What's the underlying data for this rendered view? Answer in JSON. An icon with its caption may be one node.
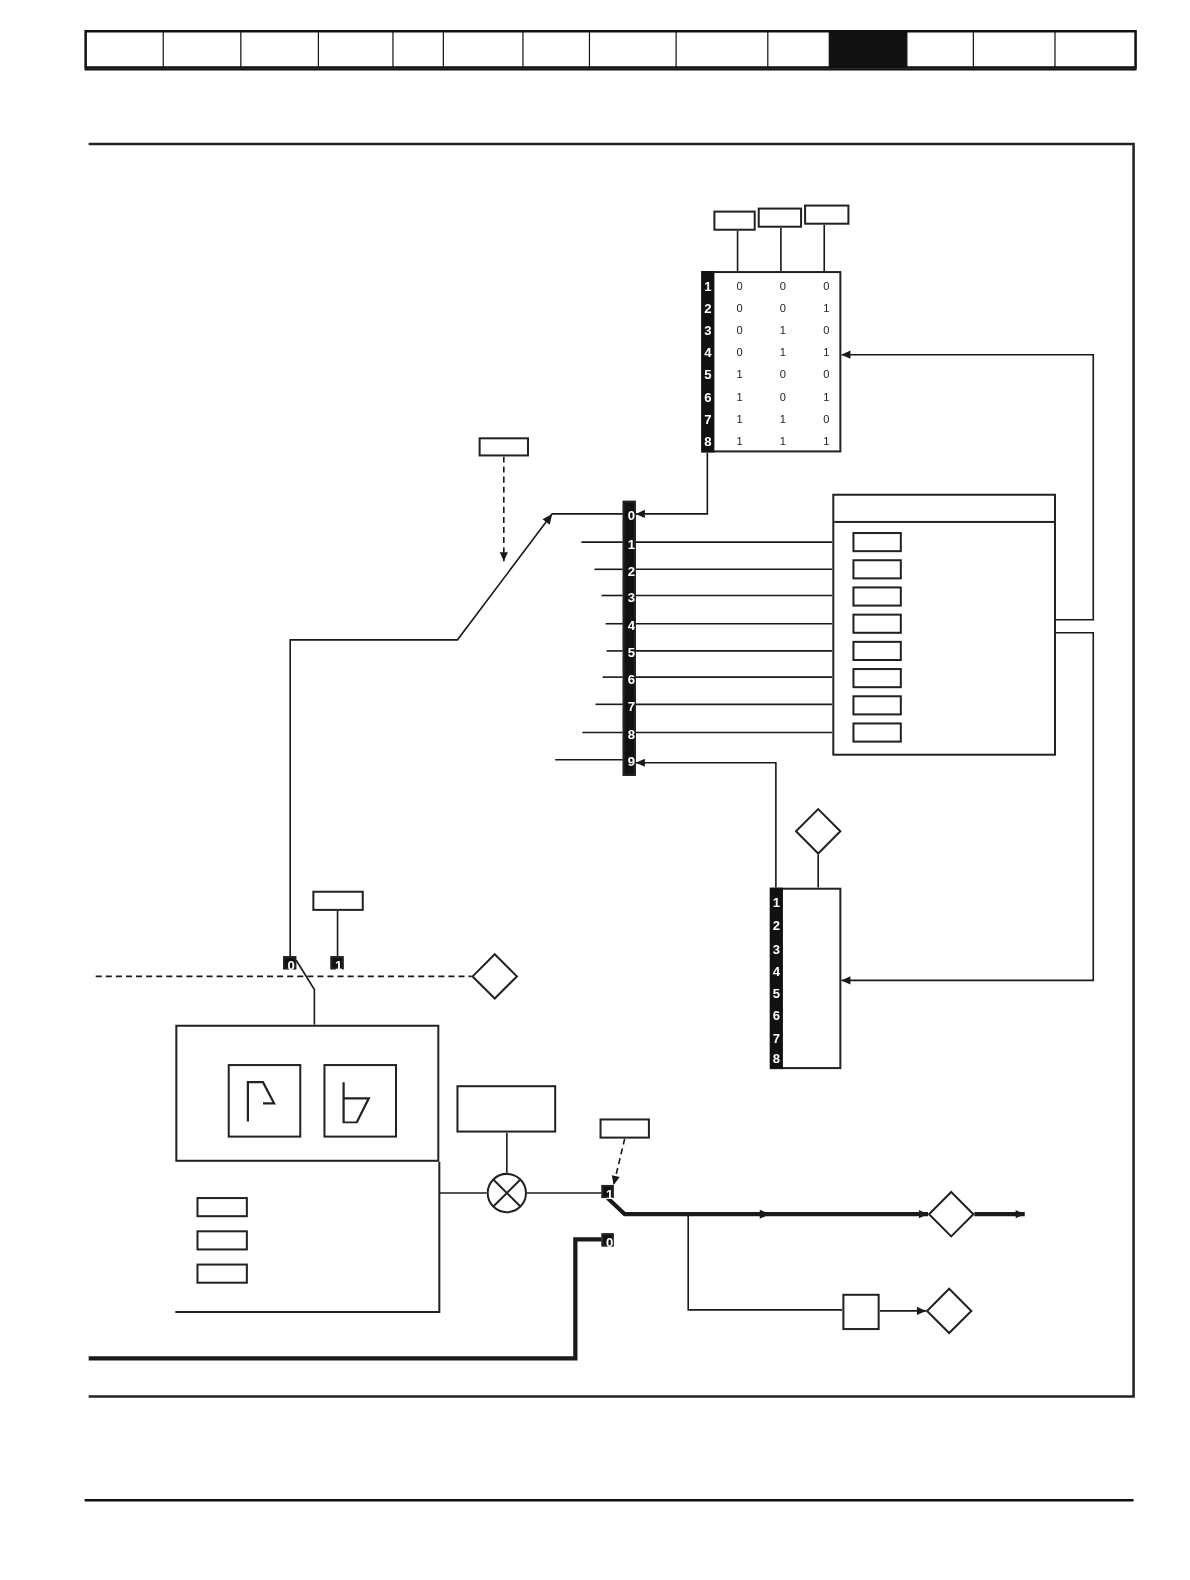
{
  "diagram": {
    "nodes": [
      {
        "text": [],
        "shape": "box"
      },
      {
        "text": [],
        "shape": "box"
      },
      {
        "text": [],
        "shape": "box"
      },
      {
        "text": [
          "1",
          "0",
          "0",
          "0",
          "2",
          "0",
          "0",
          "1",
          "3",
          "0",
          "1",
          "0",
          "4",
          "0",
          "1",
          "1",
          "5",
          "1",
          "0",
          "0",
          "6",
          "1",
          "0",
          "1",
          "7",
          "1",
          "1",
          "0",
          "8",
          "1",
          "1",
          "1"
        ]
      },
      {
        "text": [],
        "shape": "box"
      },
      {
        "text": [
          "0",
          "1",
          "2",
          "3",
          "4",
          "5",
          "6",
          "7",
          "8",
          "9"
        ]
      },
      {
        "text": [],
        "shape": "box"
      },
      {
        "text": [],
        "shape": "box",
        "in": 6
      },
      {
        "text": [],
        "shape": "box",
        "in": 6
      },
      {
        "text": [],
        "shape": "box",
        "in": 6
      },
      {
        "text": [],
        "shape": "box",
        "in": 6
      },
      {
        "text": [],
        "shape": "box",
        "in": 6
      },
      {
        "text": [],
        "shape": "box",
        "in": 6
      },
      {
        "text": [],
        "shape": "box",
        "in": 6
      },
      {
        "text": [],
        "shape": "box",
        "in": 6
      },
      {
        "text": [],
        "shape": "diamond"
      },
      {
        "text": [
          "1",
          "2",
          "3",
          "4",
          "5",
          "6",
          "7",
          "8"
        ]
      },
      {
        "text": [],
        "shape": "box"
      },
      {
        "text": [
          "0"
        ]
      },
      {
        "text": [
          "1"
        ]
      },
      {
        "text": [],
        "shape": "diamond"
      },
      {
        "text": [],
        "shape": "box"
      },
      {
        "text": [],
        "shape": "box",
        "in": 21
      },
      {
        "text": [],
        "shape": "box",
        "in": 21
      },
      {
        "text": [],
        "shape": "box"
      },
      {
        "text": [],
        "shape": "box"
      },
      {
        "text": [],
        "shape": "circle"
      },
      {
        "text": [
          "1"
        ]
      },
      {
        "text": [],
        "shape": "box"
      },
      {
        "text": [],
        "shape": "box"
      },
      {
        "text": [],
        "shape": "box"
      },
      {
        "text": [
          "0"
        ]
      },
      {
        "text": [],
        "shape": "diamond"
      },
      {
        "text": [],
        "shape": "box"
      },
      {
        "text": [],
        "shape": "diamond"
      }
    ],
    "edges": [
      {
        "from": 0,
        "to": 3,
        "arrow": "none"
      },
      {
        "from": 1,
        "to": 3,
        "arrow": "none"
      },
      {
        "from": 2,
        "to": 3,
        "arrow": "none"
      },
      {
        "from": 3,
        "to": 5,
        "arrow": "to"
      },
      {
        "from": 4,
        "to": null,
        "arrow": "to",
        "style": "dashed"
      },
      {
        "from": 18,
        "to": 5,
        "arrow": "to"
      },
      {
        "from": 5,
        "to": 6,
        "arrow": "none"
      },
      {
        "from": 5,
        "to": 6,
        "arrow": "none"
      },
      {
        "from": 5,
        "to": 6,
        "arrow": "none"
      },
      {
        "from": 5,
        "to": 6,
        "arrow": "none"
      },
      {
        "from": 5,
        "to": 6,
        "arrow": "none"
      },
      {
        "from": 5,
        "to": 6,
        "arrow": "none"
      },
      {
        "from": 5,
        "to": 6,
        "arrow": "none"
      },
      {
        "from": 5,
        "to": 6,
        "arrow": "none"
      },
      {
        "from": null,
        "to": 5,
        "arrow": "none"
      },
      {
        "from": null,
        "to": 5,
        "arrow": "none"
      },
      {
        "from": null,
        "to": 5,
        "arrow": "none"
      },
      {
        "from": null,
        "to": 5,
        "arrow": "none"
      },
      {
        "from": null,
        "to": 5,
        "arrow": "none"
      },
      {
        "from": null,
        "to": 5,
        "arrow": "none"
      },
      {
        "from": null,
        "to": 5,
        "arrow": "none"
      },
      {
        "from": null,
        "to": 5,
        "arrow": "none"
      },
      {
        "from": null,
        "to": 5,
        "arrow": "none"
      },
      {
        "from": 16,
        "to": 5,
        "arrow": "to"
      },
      {
        "from": 15,
        "to": 16,
        "arrow": "none"
      },
      {
        "from": 6,
        "to": 3,
        "arrow": "to"
      },
      {
        "from": 6,
        "to": 16,
        "arrow": "to"
      },
      {
        "from": 17,
        "to": 19,
        "arrow": "none"
      },
      {
        "from": 21,
        "to": 18,
        "arrow": "none"
      },
      {
        "from": null,
        "to": 20,
        "arrow": "none",
        "style": "dashed"
      },
      {
        "from": 24,
        "to": 26,
        "arrow": "none"
      },
      {
        "from": null,
        "to": 26,
        "arrow": "none"
      },
      {
        "from": 26,
        "to": 27,
        "arrow": "none"
      },
      {
        "from": 25,
        "to": 27,
        "arrow": "to",
        "style": "dashed"
      },
      {
        "from": 27,
        "to": 32,
        "arrow": "to",
        "style": "thick"
      },
      {
        "from": 27,
        "to": 33,
        "arrow": "none"
      },
      {
        "from": 33,
        "to": 34,
        "arrow": "to"
      },
      {
        "from": 32,
        "to": null,
        "arrow": "to",
        "style": "thick"
      },
      {
        "from": null,
        "to": 31,
        "arrow": "none",
        "style": "thick"
      }
    ]
  }
}
